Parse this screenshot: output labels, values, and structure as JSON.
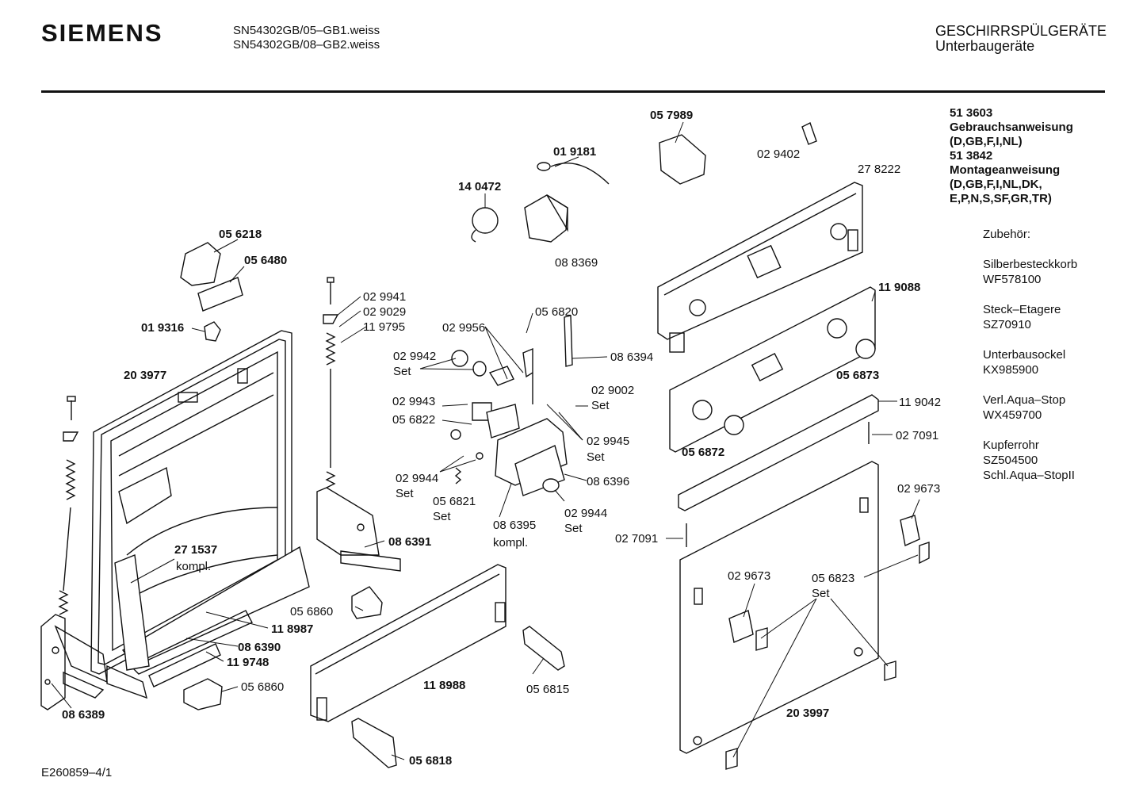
{
  "header": {
    "brand": "SIEMENS",
    "model_1": "SN54302GB/05–GB1.weiss",
    "model_2": "SN54302GB/08–GB2.weiss",
    "category_1": "GESCHIRRSPÜLGERÄTE",
    "category_2": "Unterbaugeräte"
  },
  "docs": {
    "code_1": "51 3603",
    "title_1": "Gebrauchsanweisung",
    "langs_1": "(D,GB,F,I,NL)",
    "code_2": "51 3842",
    "title_2": "Montageanweisung",
    "langs_2a": "(D,GB,F,I,NL,DK,",
    "langs_2b": "E,P,N,S,SF,GR,TR)"
  },
  "accessories": {
    "heading": "Zubehör:",
    "items": [
      {
        "name": "Silberbesteckkorb",
        "code": "WF578100"
      },
      {
        "name": "Steck–Etagere",
        "code": "SZ70910"
      },
      {
        "name": "Unterbausockel",
        "code": "KX985900"
      },
      {
        "name": "Verl.Aqua–Stop",
        "code": "WX459700"
      },
      {
        "name": "Kupferrohr",
        "code": "SZ504500",
        "extra": "Schl.Aqua–StopII"
      }
    ]
  },
  "labels": {
    "p057989": "05 7989",
    "p019181": "01 9181",
    "p029402": "02 9402",
    "p140472": "14 0472",
    "p278222": "27 8222",
    "p088369": "08 8369",
    "p056218": "05 6218",
    "p056480": "05 6480",
    "p019316": "01 9316",
    "p203977": "20 3977",
    "p029941": "02 9941",
    "p029029": "02 9029",
    "p119795": "11 9795",
    "p029956": "02 9956",
    "p056820": "05 6820",
    "p029942": "02 9942",
    "set": "Set",
    "kompl": "kompl.",
    "p086394": "08 6394",
    "p029002": "02 9002",
    "p029943": "02 9943",
    "p056822": "05 6822",
    "p029945": "02 9945",
    "p029944": "02 9944",
    "p056821": "05 6821",
    "p086396": "08 6396",
    "p086395": "08 6395",
    "p119088": "11 9088",
    "p056873": "05 6873",
    "p119042": "11 9042",
    "p027091": "02 7091",
    "p056872": "05 6872",
    "p029673": "02 9673",
    "p056823": "05 6823",
    "p086391": "08 6391",
    "p271537": "27 1537",
    "p056860": "05 6860",
    "p118987": "11 8987",
    "p086390": "08 6390",
    "p119748": "11 9748",
    "p086389": "08 6389",
    "p118988": "11 8988",
    "p056815": "05 6815",
    "p056818": "05 6818",
    "p203997": "20 3997"
  },
  "footer": {
    "doc_code": "E260859–4/1"
  }
}
